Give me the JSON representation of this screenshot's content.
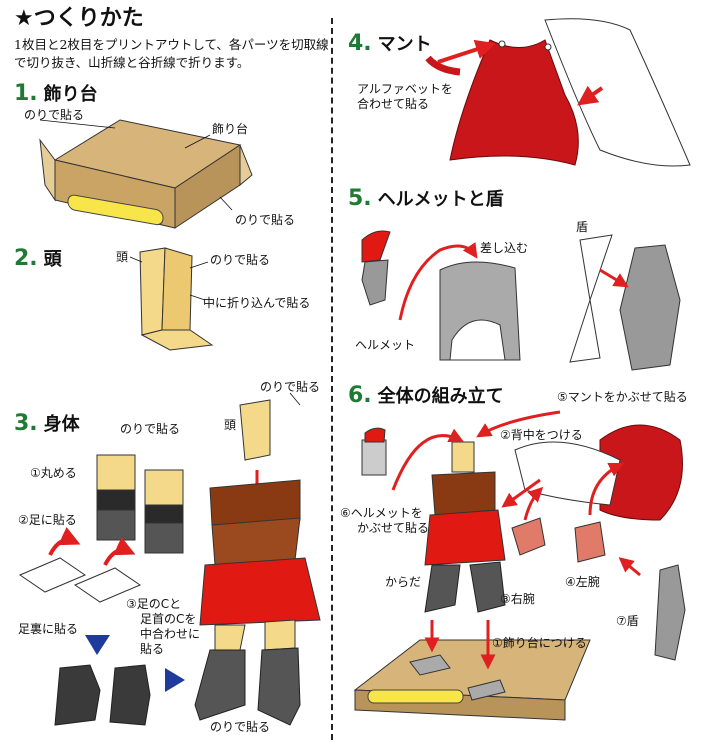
{
  "title": "★つくりかた",
  "intro": "1枚目と2枚目をプリントアウトして、各パーツを切取線で切り抜き、山折線と谷折線で折ります。",
  "steps": [
    {
      "num": "1.",
      "label": "飾り台"
    },
    {
      "num": "2.",
      "label": "頭"
    },
    {
      "num": "3.",
      "label": "身体"
    },
    {
      "num": "4.",
      "label": "マント"
    },
    {
      "num": "5.",
      "label": "ヘルメットと盾"
    },
    {
      "num": "6.",
      "label": "全体の組み立て"
    }
  ],
  "step1": {
    "glue_left": "のりで貼る",
    "base": "飾り台",
    "glue_right": "のりで貼る"
  },
  "step2": {
    "head": "頭",
    "glue": "のりで貼る",
    "fold_in": "中に折り込んで貼る"
  },
  "step3": {
    "glue_top": "のりで貼る",
    "glue_mid": "のりで貼る",
    "head": "頭",
    "roll": "①丸める",
    "attach_legs": "②足に貼る",
    "c_match": "③足のCと",
    "c_match2": "足首のCを",
    "c_match3": "中合わせに",
    "c_match4": "貼る",
    "sole": "足裏に貼る",
    "glue_bottom": "のりで貼る"
  },
  "step4": {
    "align1": "アルファベットを",
    "align2": "合わせて貼る"
  },
  "step5": {
    "insert": "差し込む",
    "shield": "盾",
    "helmet": "ヘルメット"
  },
  "step6": {
    "cape": "⑤マントをかぶせて貼る",
    "back": "②背中をつける",
    "helmet1": "⑥ヘルメットを",
    "helmet2": "かぶせて貼る",
    "body": "からだ",
    "right_arm": "③右腕",
    "left_arm": "④左腕",
    "base": "①飾り台につける",
    "shield": "⑦盾"
  },
  "colors": {
    "step_number": "#1f7a34",
    "cape": "#c8161b",
    "arrow_red": "#e02020",
    "arrow_blue": "#1e3a9a",
    "base": "#d7b57a",
    "skin": "#f4d98a",
    "dark": "#444444",
    "body_brown": "#8a3a12"
  }
}
